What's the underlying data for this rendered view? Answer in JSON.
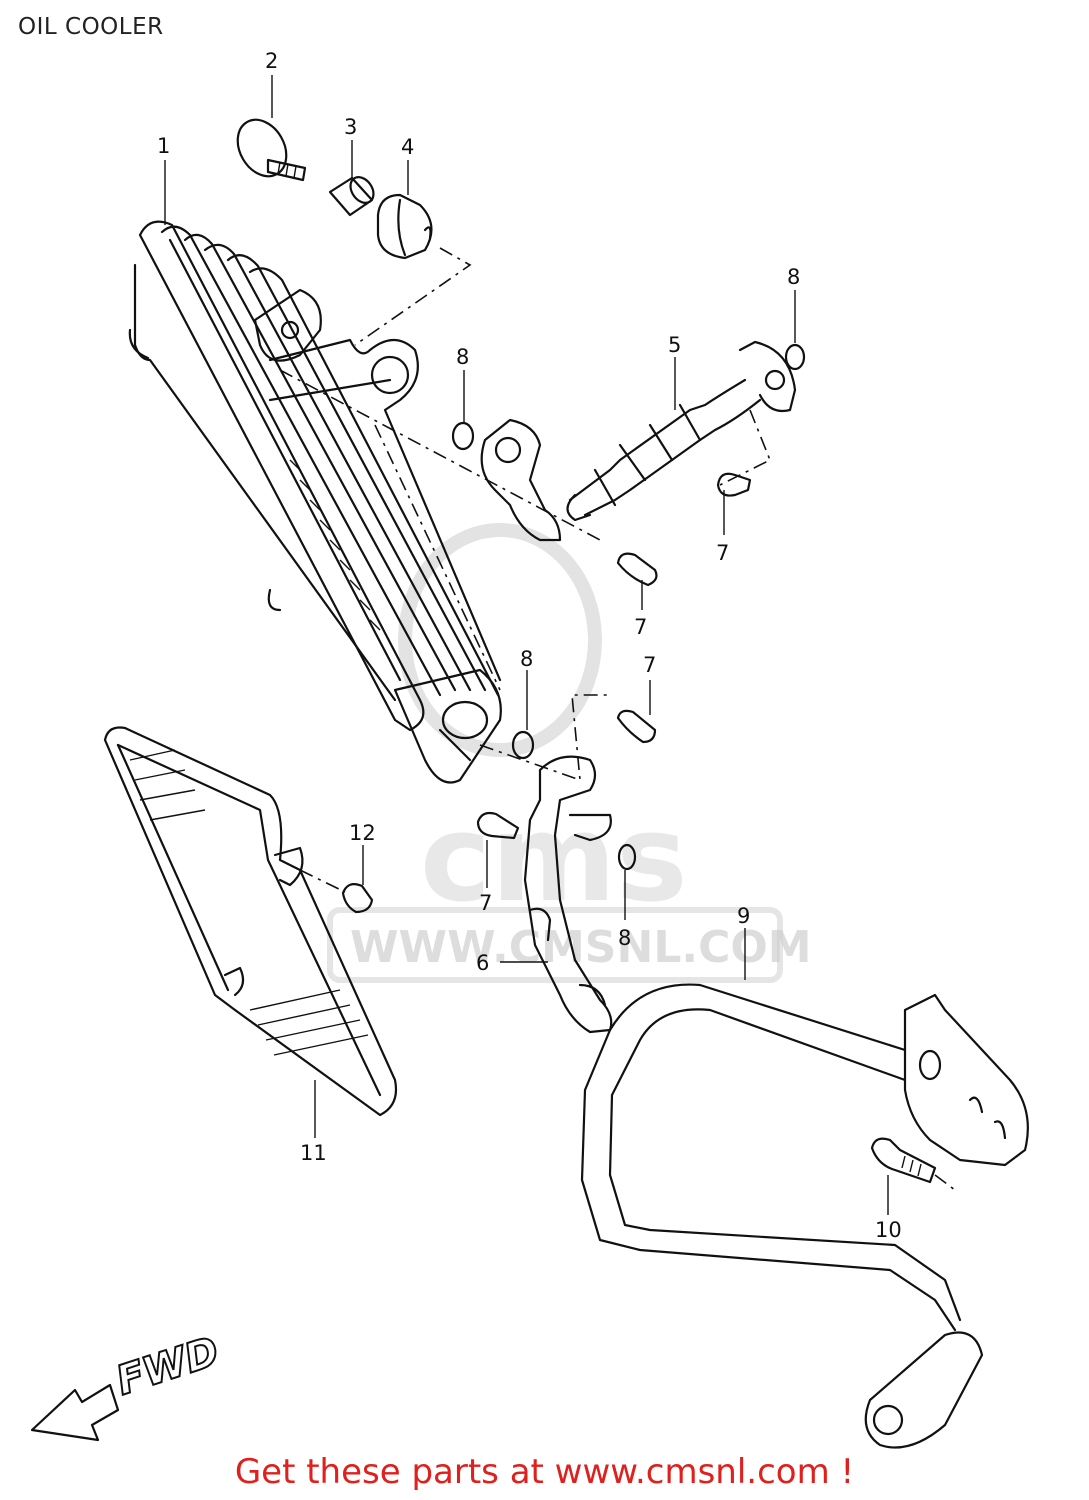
{
  "title": "OIL COOLER",
  "footer": "Get these parts at www.cmsnl.com !",
  "watermark": {
    "logo": "cms",
    "url": "WWW.CMSNL.COM"
  },
  "direction_label": "FWD",
  "part_labels": [
    "1",
    "2",
    "3",
    "4",
    "5",
    "6",
    "7",
    "7",
    "7",
    "7",
    "8",
    "8",
    "8",
    "8",
    "9",
    "10",
    "11",
    "12"
  ],
  "colors": {
    "footer": "#e0201c",
    "lines": "#111111",
    "watermark": "#cfcfcf"
  }
}
